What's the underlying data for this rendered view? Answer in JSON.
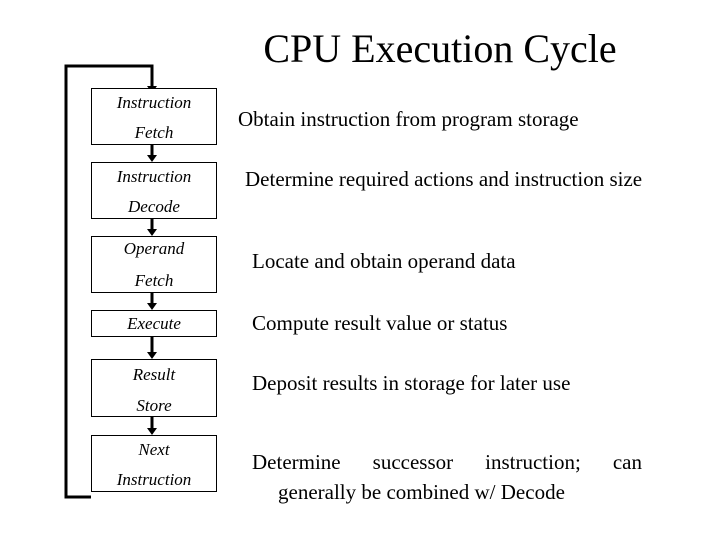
{
  "title": "CPU Execution Cycle",
  "stages": [
    {
      "line1": "Instruction",
      "line2": "Fetch",
      "description": "Obtain instruction from program storage"
    },
    {
      "line1": "Instruction",
      "line2": "Decode",
      "description": "Determine required actions and instruction size"
    },
    {
      "line1": "Operand",
      "line2": "Fetch",
      "description": "Locate and obtain operand data"
    },
    {
      "line1": "Execute",
      "line2": "",
      "description": "Compute result value or status"
    },
    {
      "line1": "Result",
      "line2": "Store",
      "description": "Deposit results in storage for later use"
    },
    {
      "line1": "Next",
      "line2": "Instruction",
      "description_words": [
        "Determine",
        "successor",
        "instruction;",
        "can"
      ],
      "description_line2": "generally be combined w/ Decode"
    }
  ],
  "colors": {
    "line": "#000000",
    "box_border": "#000000",
    "background": "#ffffff"
  }
}
